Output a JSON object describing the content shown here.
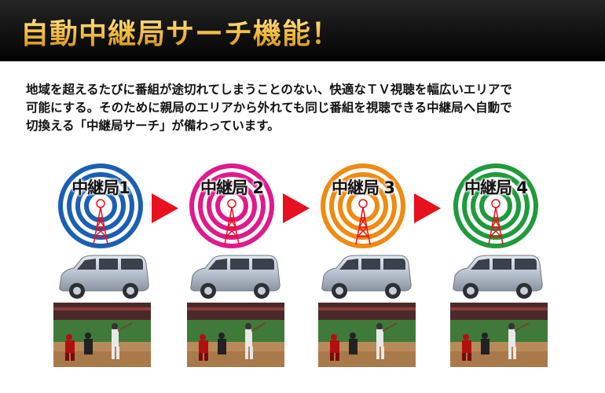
{
  "header": {
    "title": "自動中継局サーチ機能！"
  },
  "description": {
    "lines": [
      "地域を超えるたびに番組が途切れてしまうことのない、快適なＴＶ視聴を幅広いエリアで",
      "可能にする。そのために親局のエリアから外れても同じ番組を視聴できる中継局へ自動で",
      "切換える「中継局サーチ」が備わっています。"
    ]
  },
  "stations": [
    {
      "label": "中継局1",
      "color": "#1a5fb4"
    },
    {
      "label": "中継局 2",
      "color": "#e0198c"
    },
    {
      "label": "中継局 3",
      "color": "#ef8a12"
    },
    {
      "label": "中継局 4",
      "color": "#1f9a3c"
    }
  ],
  "colors": {
    "arrow": "#e8101e",
    "tower": "#e8101e",
    "car": "#b9c2cf",
    "title_gold": "#f2c04a"
  },
  "icons": {
    "station": "radio-tower-icon",
    "arrow": "triangle-right-icon",
    "car": "minivan-icon",
    "photo": "baseball-broadcast-photo"
  }
}
